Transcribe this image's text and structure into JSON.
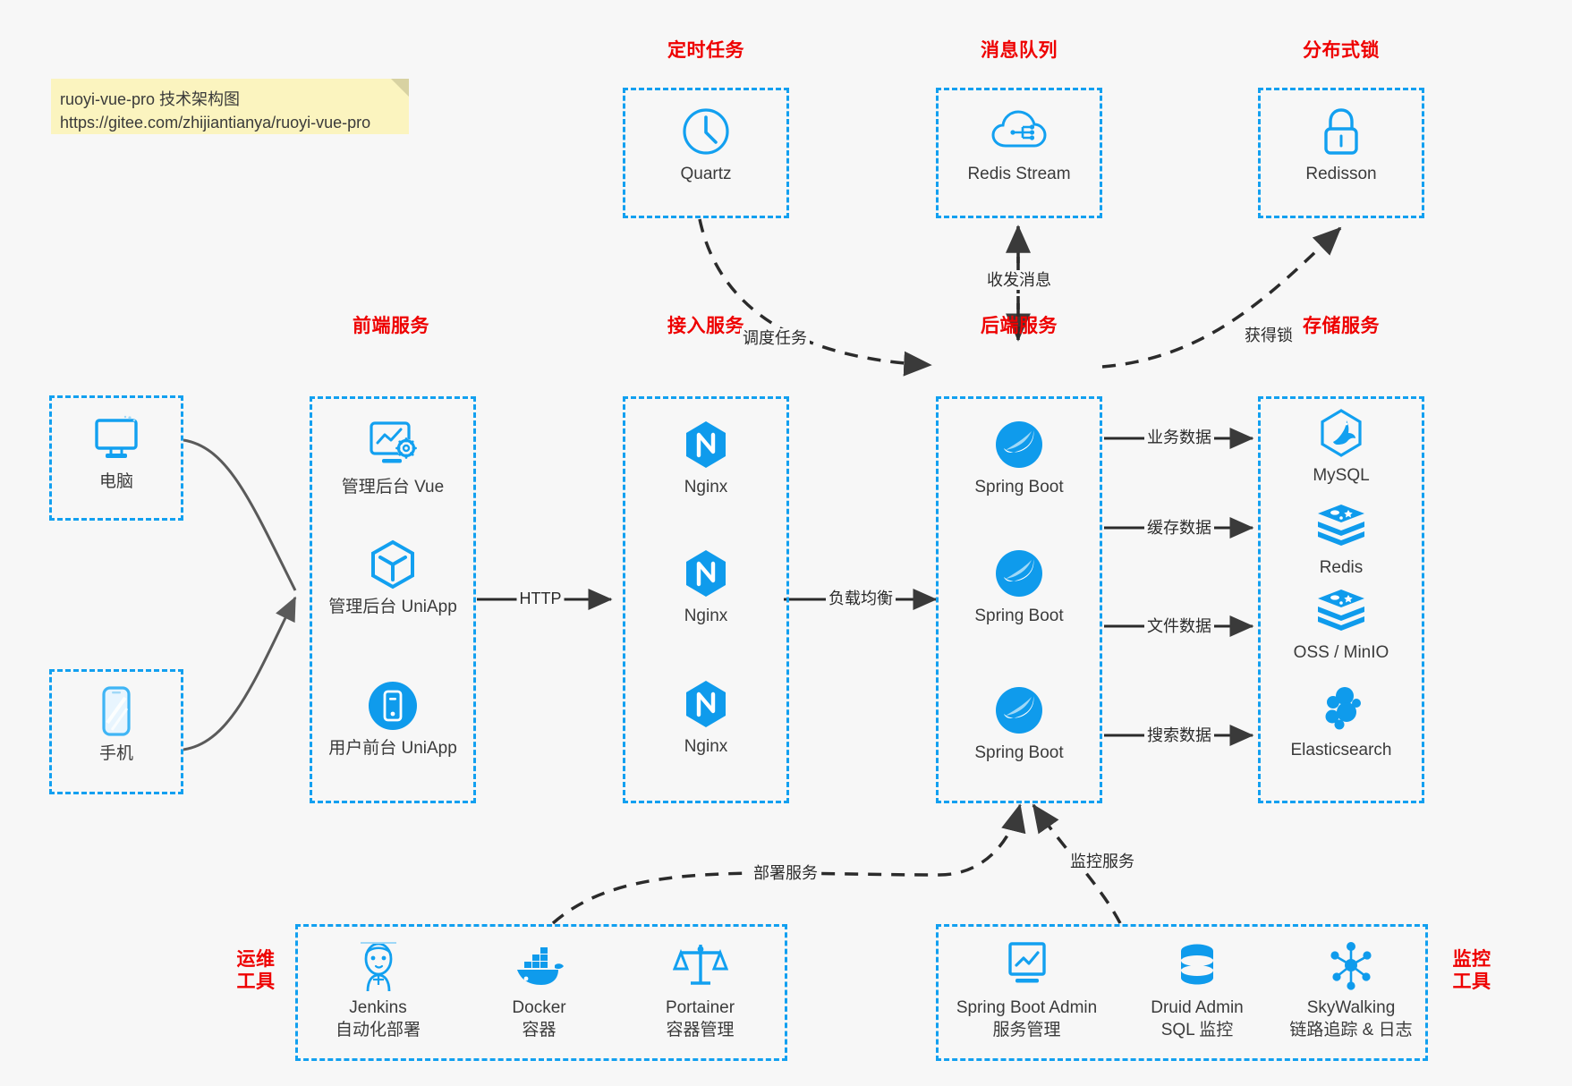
{
  "note": {
    "line1": "ruoyi-vue-pro 技术架构图",
    "line2": "https://gitee.com/zhijiantianya/ruoyi-vue-pro"
  },
  "colors": {
    "accent": "#12a0f0",
    "caption": "#ee0000",
    "label": "#3b3b3b",
    "edge": "#2b2b2b",
    "canvas": "#f7f7f7",
    "note": "#fbf4bf"
  },
  "captions": {
    "scheduled": "定时任务",
    "mq": "消息队列",
    "lock": "分布式锁",
    "frontend": "前端服务",
    "gateway": "接入服务",
    "backend": "后端服务",
    "storage": "存储服务",
    "devops": "运维\n工具",
    "monitor": "监控\n工具"
  },
  "nodes": {
    "quartz": {
      "label": "Quartz",
      "icon": "clock-icon"
    },
    "redis_stream": {
      "label": "Redis Stream",
      "icon": "cloud-stream-icon"
    },
    "redisson": {
      "label": "Redisson",
      "icon": "lock-icon"
    },
    "pc": {
      "label": "电脑",
      "icon": "desktop-monitor-icon"
    },
    "phone": {
      "label": "手机",
      "icon": "smartphone-icon"
    },
    "vue_admin": {
      "label": "管理后台 Vue",
      "icon": "dashboard-gear-icon"
    },
    "uniapp_admin": {
      "label": "管理后台 UniApp",
      "icon": "cube-icon"
    },
    "uniapp_user": {
      "label": "用户前台 UniApp",
      "icon": "mobile-app-icon"
    },
    "nginx1": {
      "label": "Nginx",
      "icon": "nginx-icon"
    },
    "nginx2": {
      "label": "Nginx",
      "icon": "nginx-icon"
    },
    "nginx3": {
      "label": "Nginx",
      "icon": "nginx-icon"
    },
    "springboot1": {
      "label": "Spring Boot",
      "icon": "spring-leaf-icon"
    },
    "springboot2": {
      "label": "Spring Boot",
      "icon": "spring-leaf-icon"
    },
    "springboot3": {
      "label": "Spring Boot",
      "icon": "spring-leaf-icon"
    },
    "mysql": {
      "label": "MySQL",
      "icon": "mysql-dolphin-icon"
    },
    "redis": {
      "label": "Redis",
      "icon": "redis-stack-icon"
    },
    "oss": {
      "label": "OSS / MinIO",
      "icon": "redis-stack-icon"
    },
    "elasticsearch": {
      "label": "Elasticsearch",
      "icon": "elasticsearch-icon"
    },
    "jenkins": {
      "label": "Jenkins",
      "sublabel": "自动化部署",
      "icon": "jenkins-butler-icon"
    },
    "docker": {
      "label": "Docker",
      "sublabel": "容器",
      "icon": "docker-whale-icon"
    },
    "portainer": {
      "label": "Portainer",
      "sublabel": "容器管理",
      "icon": "portainer-scales-icon"
    },
    "sba": {
      "label": "Spring Boot Admin",
      "sublabel": "服务管理",
      "icon": "monitor-chart-icon"
    },
    "druid": {
      "label": "Druid Admin",
      "sublabel": "SQL 监控",
      "icon": "database-icon"
    },
    "skywalking": {
      "label": "SkyWalking",
      "sublabel": "链路追踪 & 日志",
      "icon": "skywalking-node-icon"
    }
  },
  "edges": {
    "http": "HTTP",
    "load_balance": "负载均衡",
    "schedule_task": "调度任务",
    "send_receive_msg": "收发消息",
    "acquire_lock": "获得锁",
    "business_data": "业务数据",
    "cache_data": "缓存数据",
    "file_data": "文件数据",
    "search_data": "搜索数据",
    "deploy_service": "部署服务",
    "monitor_service": "监控服务"
  }
}
